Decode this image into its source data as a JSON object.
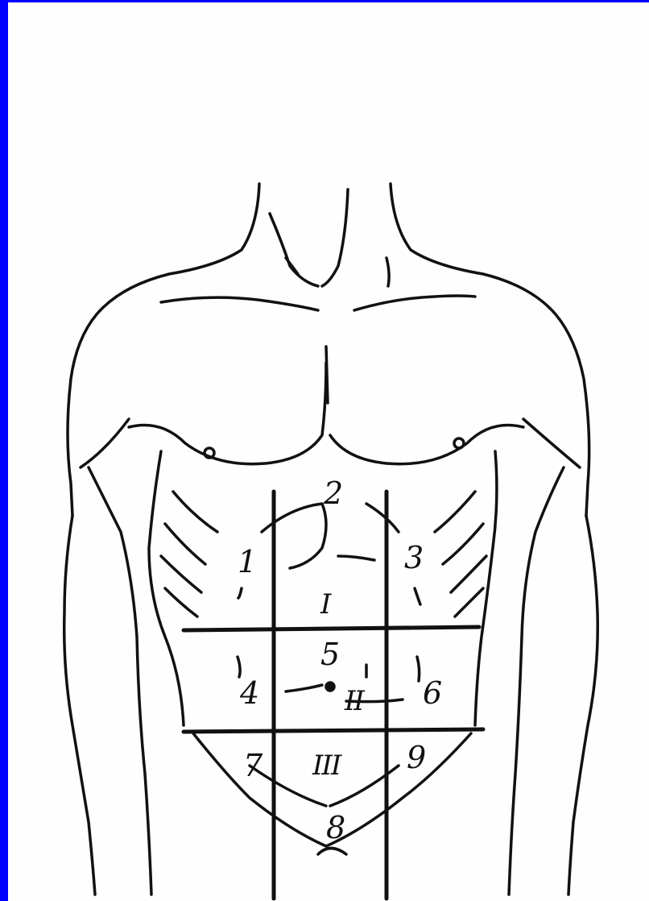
{
  "colors": {
    "frame_accent": "#0000ff",
    "line": "#111111",
    "paper": "#fefefe"
  },
  "regions": [
    {
      "number": "1"
    },
    {
      "number": "2"
    },
    {
      "number": "3"
    },
    {
      "number": "4"
    },
    {
      "number": "5"
    },
    {
      "number": "6"
    },
    {
      "number": "7"
    },
    {
      "number": "8"
    },
    {
      "number": "9"
    }
  ],
  "zones": [
    {
      "numeral": "I"
    },
    {
      "numeral": "II"
    },
    {
      "numeral": "III"
    }
  ]
}
